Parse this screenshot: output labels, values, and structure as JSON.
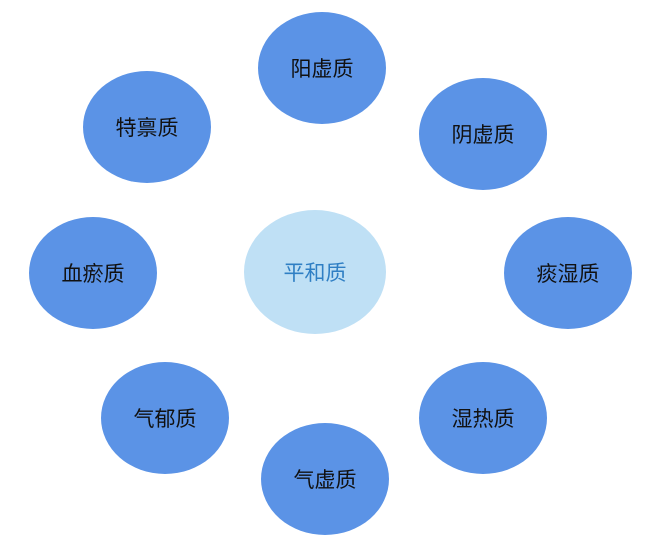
{
  "diagram": {
    "center": {
      "label": "平和质",
      "fill": "#bfe0f5",
      "text_color": "#2f7fc4"
    },
    "outer_fill": "#5b93e6",
    "nodes": [
      {
        "id": "yangxu",
        "label": "阳虚质"
      },
      {
        "id": "yinxu",
        "label": "阴虚质"
      },
      {
        "id": "tanshi",
        "label": "痰湿质"
      },
      {
        "id": "shire",
        "label": "湿热质"
      },
      {
        "id": "qixu",
        "label": "气虚质"
      },
      {
        "id": "qiyu",
        "label": "气郁质"
      },
      {
        "id": "xueyu",
        "label": "血瘀质"
      },
      {
        "id": "tebing",
        "label": "特禀质"
      }
    ]
  }
}
